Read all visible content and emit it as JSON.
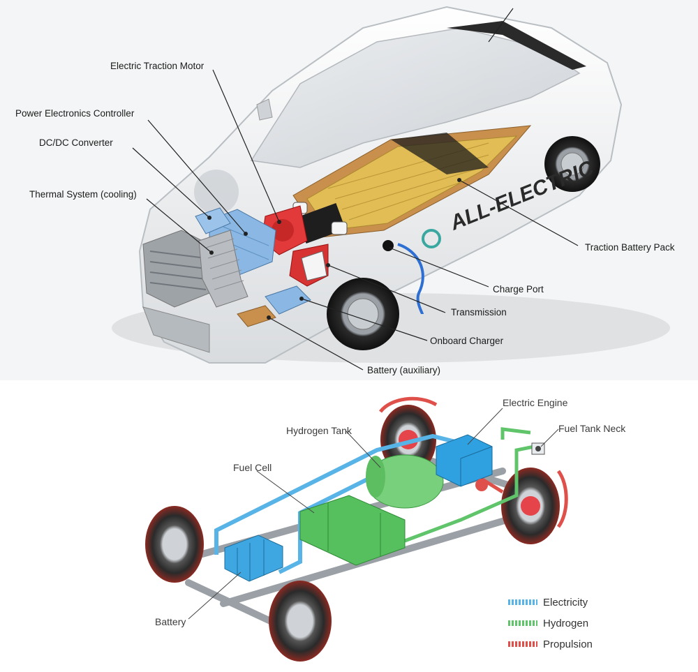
{
  "top_diagram": {
    "labels": {
      "motor": "Electric Traction Motor",
      "pec": "Power Electronics Controller",
      "dcdc": "DC/DC Converter",
      "thermal": "Thermal System (cooling)",
      "battery_pack": "Traction Battery Pack",
      "charge_port": "Charge Port",
      "transmission": "Transmission",
      "onboard_charger": "Onboard Charger",
      "aux_battery": "Battery (auxiliary)"
    },
    "car_decal": "ALL-ELECTRIC",
    "colors": {
      "battery_cells": "#e2bd55",
      "battery_brown": "#c98f4c",
      "motor_red": "#e23a3a",
      "controller_blue": "#8ab7e3",
      "body_white": "#f2f3f4",
      "charge_cable": "#2d6fd3"
    }
  },
  "bottom_diagram": {
    "labels": {
      "electric_engine": "Electric Engine",
      "fuel_tank_neck": "Fuel Tank Neck",
      "hydrogen_tank": "Hydrogen Tank",
      "fuel_cell": "Fuel Cell",
      "battery": "Battery"
    },
    "legend": [
      {
        "label": "Electricity",
        "color": "#58b3e6"
      },
      {
        "label": "Hydrogen",
        "color": "#5fc46a"
      },
      {
        "label": "Propulsion",
        "color": "#e0504a"
      }
    ]
  }
}
